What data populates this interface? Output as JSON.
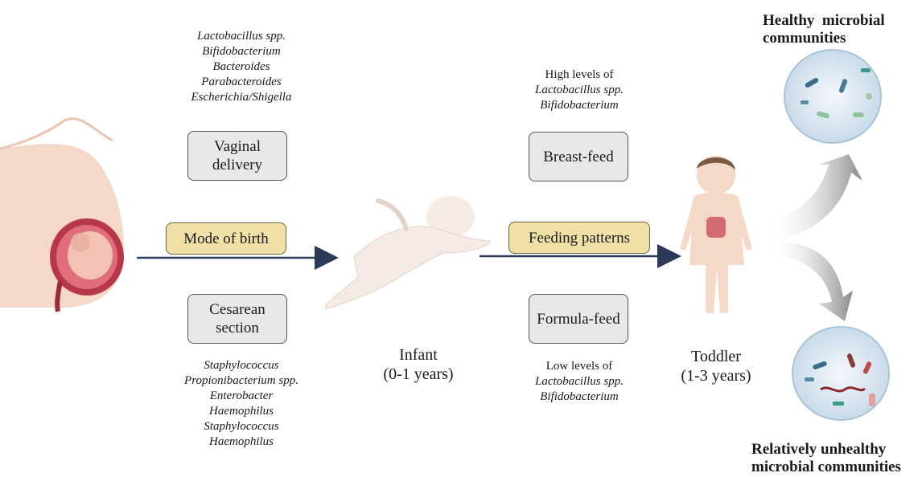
{
  "vaginal_species": [
    "Lactobacillus spp.",
    "Bifidobacterium",
    "Bacteroides",
    "Parabacteroides",
    "Escherichia/Shigella"
  ],
  "cesarean_species": [
    "Staphylococcus",
    "Propionibacterium spp.",
    "Enterobacter",
    "Haemophilus",
    "Staphylococcus",
    "Haemophilus"
  ],
  "boxes": {
    "vaginal": "Vaginal delivery",
    "mode": "Mode of birth",
    "cesarean": "Cesarean section",
    "breast": "Breast-feed",
    "feeding": "Feeding patterns",
    "formula": "Formula-feed"
  },
  "breast_levels": {
    "line1": "High levels of",
    "line2": "Lactobacillus spp.",
    "line3": "Bifidobacterium"
  },
  "formula_levels": {
    "line1": "Low levels of",
    "line2": "Lactobacillus spp.",
    "line3": "Bifidobacterium"
  },
  "infant": {
    "label": "Infant",
    "age": "(0-1 years)"
  },
  "toddler": {
    "label": "Toddler",
    "age": "(1-3 years)"
  },
  "outcomes": {
    "healthy_line1": "Healthy  microbial",
    "healthy_line2": "communities",
    "unhealthy_line1": "Relatively unhealthy",
    "unhealthy_line2": "microbial communities"
  },
  "colors": {
    "box_gray": "#e8e8e8",
    "box_yellow": "#efe0a8",
    "arrow": "#2c3a5a",
    "skin": "#f4d9c8"
  }
}
